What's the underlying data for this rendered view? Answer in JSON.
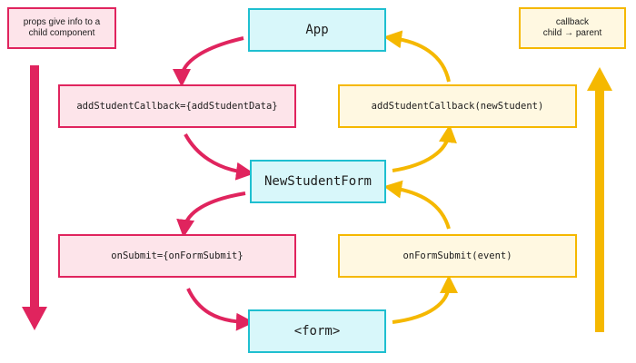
{
  "notes": {
    "props": "props give info to a\nchild component",
    "callback": "callback\nchild → parent"
  },
  "components": {
    "app": "App",
    "new_student_form": "NewStudentForm",
    "form": "<form>"
  },
  "props": {
    "add_student_callback_prop": "addStudentCallback={addStudentData}",
    "on_submit_prop": "onSubmit={onFormSubmit}"
  },
  "callbacks": {
    "add_student_callback_call": "addStudentCallback(newStudent)",
    "on_form_submit_call": "onFormSubmit(event)"
  },
  "colors": {
    "props_accent": "#e0245e",
    "callback_accent": "#f5b800",
    "component_accent": "#1fbfd0"
  }
}
